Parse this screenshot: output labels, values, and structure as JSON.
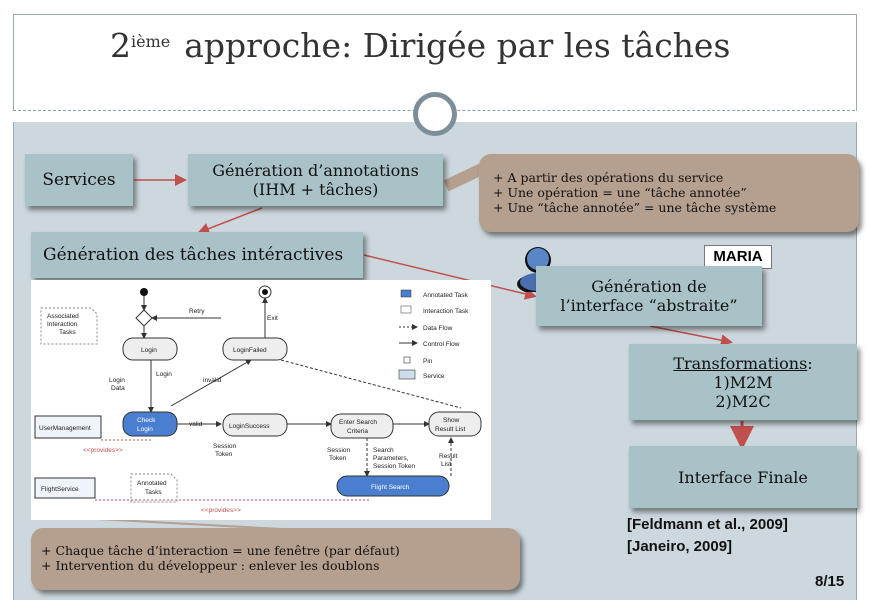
{
  "slide": {
    "title_number": "2",
    "title_superscript": "ième",
    "title_text": "approche: Dirigée par les tâches",
    "page_number": "8/15"
  },
  "boxes": {
    "services": "Services",
    "generation_annotations_line1": "Génération d’annotations",
    "generation_annotations_line2": "(IHM + tâches)",
    "generation_taches": "Génération des tâches intéractives",
    "generation_interface_line1": "Génération de",
    "generation_interface_line2": "l’interface “abstraite”",
    "transformations_title": "Transformations",
    "transformations_colon": ":",
    "transformations_m2m": "1)M2M",
    "transformations_m2c": "2)M2C",
    "interface_finale": "Interface Finale"
  },
  "callouts": {
    "top": [
      "+ A partir des opérations du service",
      "+ Une opération = une “tâche annotée”",
      "+ Une “tâche annotée” = une tâche système"
    ],
    "bottom": [
      "+ Chaque tâche d’interaction = une fenêtre (par défaut)",
      "+ Intervention du développeur : enlever les doublons"
    ]
  },
  "maria_label": "MARIA",
  "references": [
    "[Feldmann et al., 2009]",
    "[Janeiro, 2009]"
  ],
  "diagram": {
    "legend": [
      "Annotated Task",
      "Interaction Task",
      "Data Flow",
      "Control Flow",
      "Pin",
      "Service"
    ],
    "nodes": {
      "associated": [
        "Associated",
        "Interaction",
        "Tasks"
      ],
      "associated2": [
        "Annotated",
        "Tasks"
      ],
      "retry": "Retry",
      "exit": "Exit",
      "login": "Login",
      "login_failed": "LoginFailed",
      "login_data": [
        "Login",
        "Data"
      ],
      "login_label": "Login",
      "invalid": "invalid",
      "check_login": [
        "Check",
        "Login"
      ],
      "valid": "valid",
      "login_success": "LoginSuccess",
      "session_token": [
        "Session",
        "Token"
      ],
      "enter_search": [
        "Enter Search",
        "Criteria"
      ],
      "show_result": [
        "Show",
        "Result List"
      ],
      "search_params": [
        "Search",
        "Parameters,",
        "Session Token"
      ],
      "result_list": [
        "Result",
        "List"
      ],
      "session_token2": [
        "Session",
        "Token"
      ],
      "flight_search": "Flight Search",
      "user_management": "UserManagement",
      "flight_service": "FlightService",
      "provides1": "<<provides>>",
      "provides2": "<<provides>>"
    }
  },
  "colors": {
    "box": "#a9c2c8",
    "callout": "#b59f8f",
    "band": "#cdd8de",
    "arrow": "#c0504d"
  }
}
